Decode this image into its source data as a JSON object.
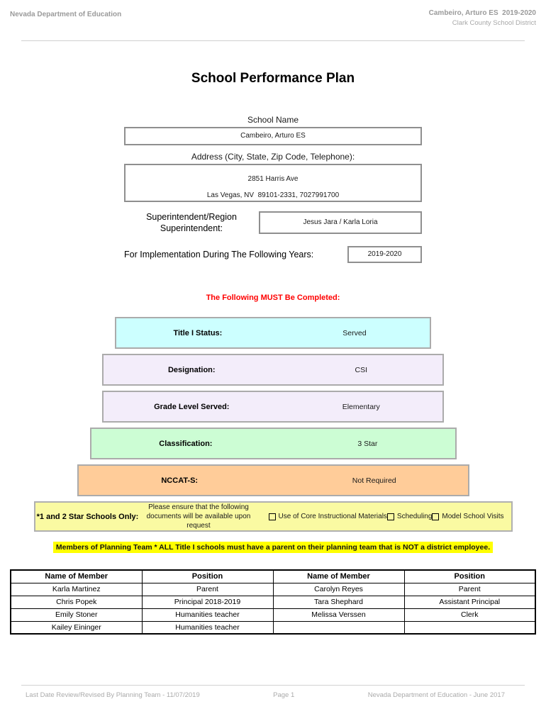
{
  "header": {
    "left": "Nevada Department of Education",
    "right_line1": "Cambeiro, Arturo ES  2019-2020",
    "right_line2": "Clark County School District"
  },
  "title": "School Performance Plan",
  "form": {
    "school_name_label": "School Name",
    "school_name_value": "Cambeiro, Arturo ES",
    "address_label": "Address (City, State, Zip Code, Telephone):",
    "address_value": "2851 Harris Ave\nLas Vegas, NV  89101-2331, 7027991700",
    "superintendent_label": "Superintendent/Region Superintendent:",
    "superintendent_value": "Jesus Jara / Karla Loria",
    "years_label": "For Implementation During The Following Years:",
    "years_value": "2019-2020"
  },
  "must_complete_notice": "The Following MUST Be Completed:",
  "status_rows": [
    {
      "key": "title-i-status",
      "label": "Title I Status:",
      "value": "Served",
      "bg": "#ccffff"
    },
    {
      "key": "designation",
      "label": "Designation:",
      "value": "CSI",
      "bg": "#f3edfa"
    },
    {
      "key": "grade-level-served",
      "label": "Grade Level Served:",
      "value": "Elementary",
      "bg": "#f3edfa"
    },
    {
      "key": "classification",
      "label": "Classification:",
      "value": "3 Star",
      "bg": "#ccfdd4"
    },
    {
      "key": "nccat-s",
      "label": "NCCAT-S:",
      "value": "Not Required",
      "bg": "#ffcc99"
    }
  ],
  "star_schools": {
    "bg": "#fafaa2",
    "label": "*1 and 2 Star Schools Only:",
    "note": "Please ensure that the following documents will be available upon request",
    "checkboxes": [
      "Use of Core Instructional Materials",
      "Scheduling",
      "Model School Visits"
    ]
  },
  "planning_team_notice": {
    "text": "Members of Planning Team * ALL Title I schools must have a parent on their planning team that is NOT a district employee.",
    "highlight": "#ffff00"
  },
  "members_table": {
    "headers": [
      "Name of Member",
      "Position",
      "Name of Member",
      "Position"
    ],
    "rows": [
      [
        "Karla Martinez",
        "Parent",
        "Carolyn Reyes",
        "Parent"
      ],
      [
        "Chris Popek",
        "Principal 2018-2019",
        "Tara Shephard",
        "Assistant Principal"
      ],
      [
        "Emily Stoner",
        "Humanities teacher",
        "Melissa Verssen",
        "Clerk"
      ],
      [
        "Kailey Eininger",
        "Humanities teacher",
        "",
        ""
      ]
    ]
  },
  "footer": {
    "left": "Last Date Review/Revised By Planning Team - 11/07/2019",
    "center": "Page 1",
    "right": "Nevada Department of Education - June 2017"
  }
}
